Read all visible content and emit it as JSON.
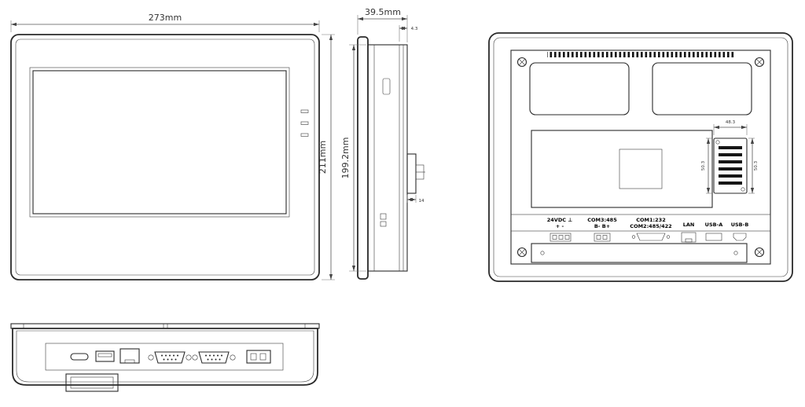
{
  "drawing": {
    "front": {
      "width_dim": "273mm",
      "height_dim": "211mm"
    },
    "side": {
      "depth_dim": "39.5mm",
      "height_dim": "199.2mm",
      "bezel_dim": "4.3",
      "clamp_dim": "14"
    },
    "rear": {
      "power_l1": "24VDC ⊥",
      "power_l2": "+ -",
      "com3_l1": "COM3:485",
      "com3_l2": "B- B+",
      "com12_l1": "COM1:232",
      "com12_l2": "COM2:485/422",
      "lan": "LAN",
      "usb_a": "USB-A",
      "usb_b": "USB-B",
      "detail_width_dim": "48.3",
      "detail_height_left_dim": "50.3",
      "detail_height_right_dim": "50.3"
    }
  }
}
